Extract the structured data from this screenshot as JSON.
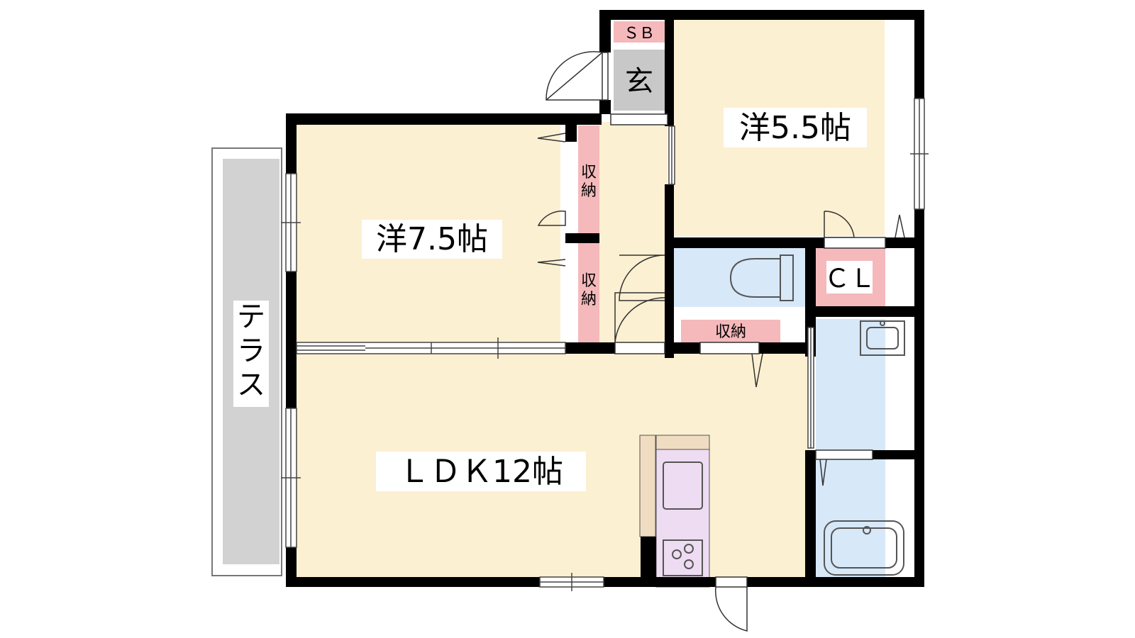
{
  "rooms": {
    "western_large": {
      "label": "洋7.5帖"
    },
    "western_small": {
      "label": "洋5.5帖"
    },
    "ldk": {
      "label": "ＬＤＫ12帖"
    },
    "entrance": {
      "label": "玄"
    },
    "shoebox": {
      "label": "ＳＢ"
    },
    "closet": {
      "label": "ＣＬ"
    },
    "storage_upper": {
      "label_top": "収",
      "label_bottom": "納"
    },
    "storage_lower": {
      "label_top": "収",
      "label_bottom": "納"
    },
    "storage_hall": {
      "label": "収納"
    }
  },
  "terrace": {
    "chars": [
      "テ",
      "ラ",
      "ス"
    ]
  },
  "colors": {
    "room_fill": "#fcf0d2",
    "wet_fill": "#d7e8f8",
    "storage_fill": "#f5b9bc",
    "entrance_fill": "#c8c8c8",
    "terrace_fill": "#d2d2d2",
    "kitchen_fill": "#eedcf2",
    "counter_fill": "#f0dcc0",
    "wall": "#000000"
  }
}
